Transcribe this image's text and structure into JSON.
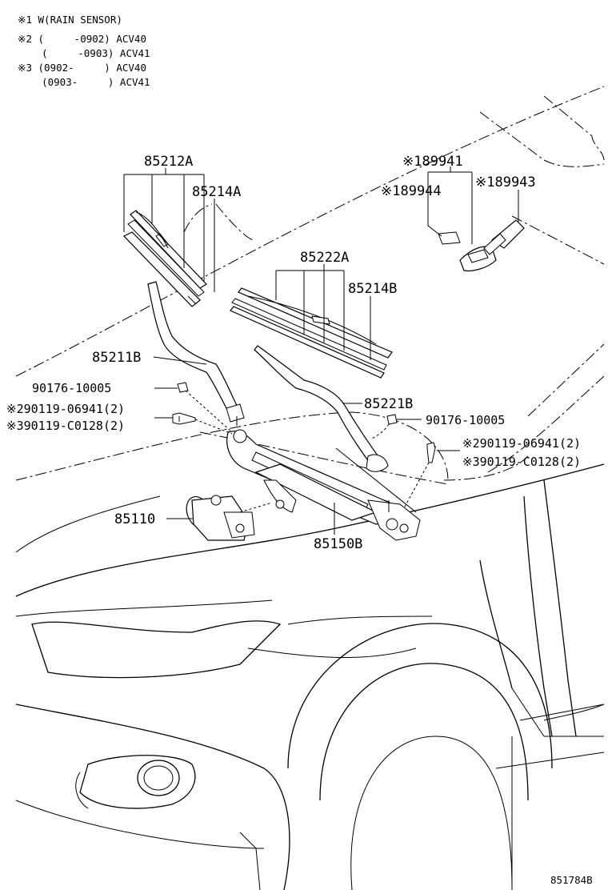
{
  "notes": [
    "※1 W(RAIN SENSOR)",
    "※2 (     -0902) ACV40",
    "    (     -0903) ACV41",
    "※3 (0902-     ) ACV40",
    "    (0903-     ) ACV41"
  ],
  "labels": {
    "p85212A": "85212A",
    "p85214A": "85214A",
    "p85222A": "85222A",
    "p85214B": "85214B",
    "p85211B": "85211B",
    "p85221B": "85221B",
    "p85110": "85110",
    "p85150B": "85150B",
    "p89941": "※189941",
    "p89944": "※189944",
    "p89943": "※189943",
    "bolt_left_90176": "90176-10005",
    "bolt_left_06941": "※290119-06941(2)",
    "bolt_left_C0128": "※390119-C0128(2)",
    "bolt_right_90176": "90176-10005",
    "bolt_right_06941": "※290119-06941(2)",
    "bolt_right_C0128": "※390119-C0128(2)"
  },
  "figure_id": "851784B"
}
